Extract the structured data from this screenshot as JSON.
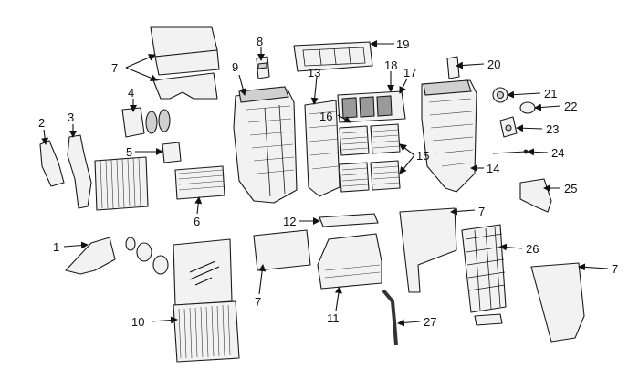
{
  "callouts": [
    {
      "id": "1",
      "text": "1"
    },
    {
      "id": "2",
      "text": "2"
    },
    {
      "id": "3",
      "text": "3"
    },
    {
      "id": "4",
      "text": "4"
    },
    {
      "id": "5",
      "text": "5"
    },
    {
      "id": "6",
      "text": "6"
    },
    {
      "id": "7a",
      "text": "7"
    },
    {
      "id": "7b",
      "text": "7"
    },
    {
      "id": "7c",
      "text": "7"
    },
    {
      "id": "7d",
      "text": "7"
    },
    {
      "id": "8",
      "text": "8"
    },
    {
      "id": "9",
      "text": "9"
    },
    {
      "id": "10",
      "text": "10"
    },
    {
      "id": "11",
      "text": "11"
    },
    {
      "id": "12",
      "text": "12"
    },
    {
      "id": "13",
      "text": "13"
    },
    {
      "id": "14",
      "text": "14"
    },
    {
      "id": "15",
      "text": "15"
    },
    {
      "id": "16",
      "text": "16"
    },
    {
      "id": "17",
      "text": "17"
    },
    {
      "id": "18",
      "text": "18"
    },
    {
      "id": "19",
      "text": "19"
    },
    {
      "id": "20",
      "text": "20"
    },
    {
      "id": "21",
      "text": "21"
    },
    {
      "id": "22",
      "text": "22"
    },
    {
      "id": "23",
      "text": "23"
    },
    {
      "id": "24",
      "text": "24"
    },
    {
      "id": "25",
      "text": "25"
    },
    {
      "id": "26",
      "text": "26"
    },
    {
      "id": "27",
      "text": "27"
    }
  ]
}
